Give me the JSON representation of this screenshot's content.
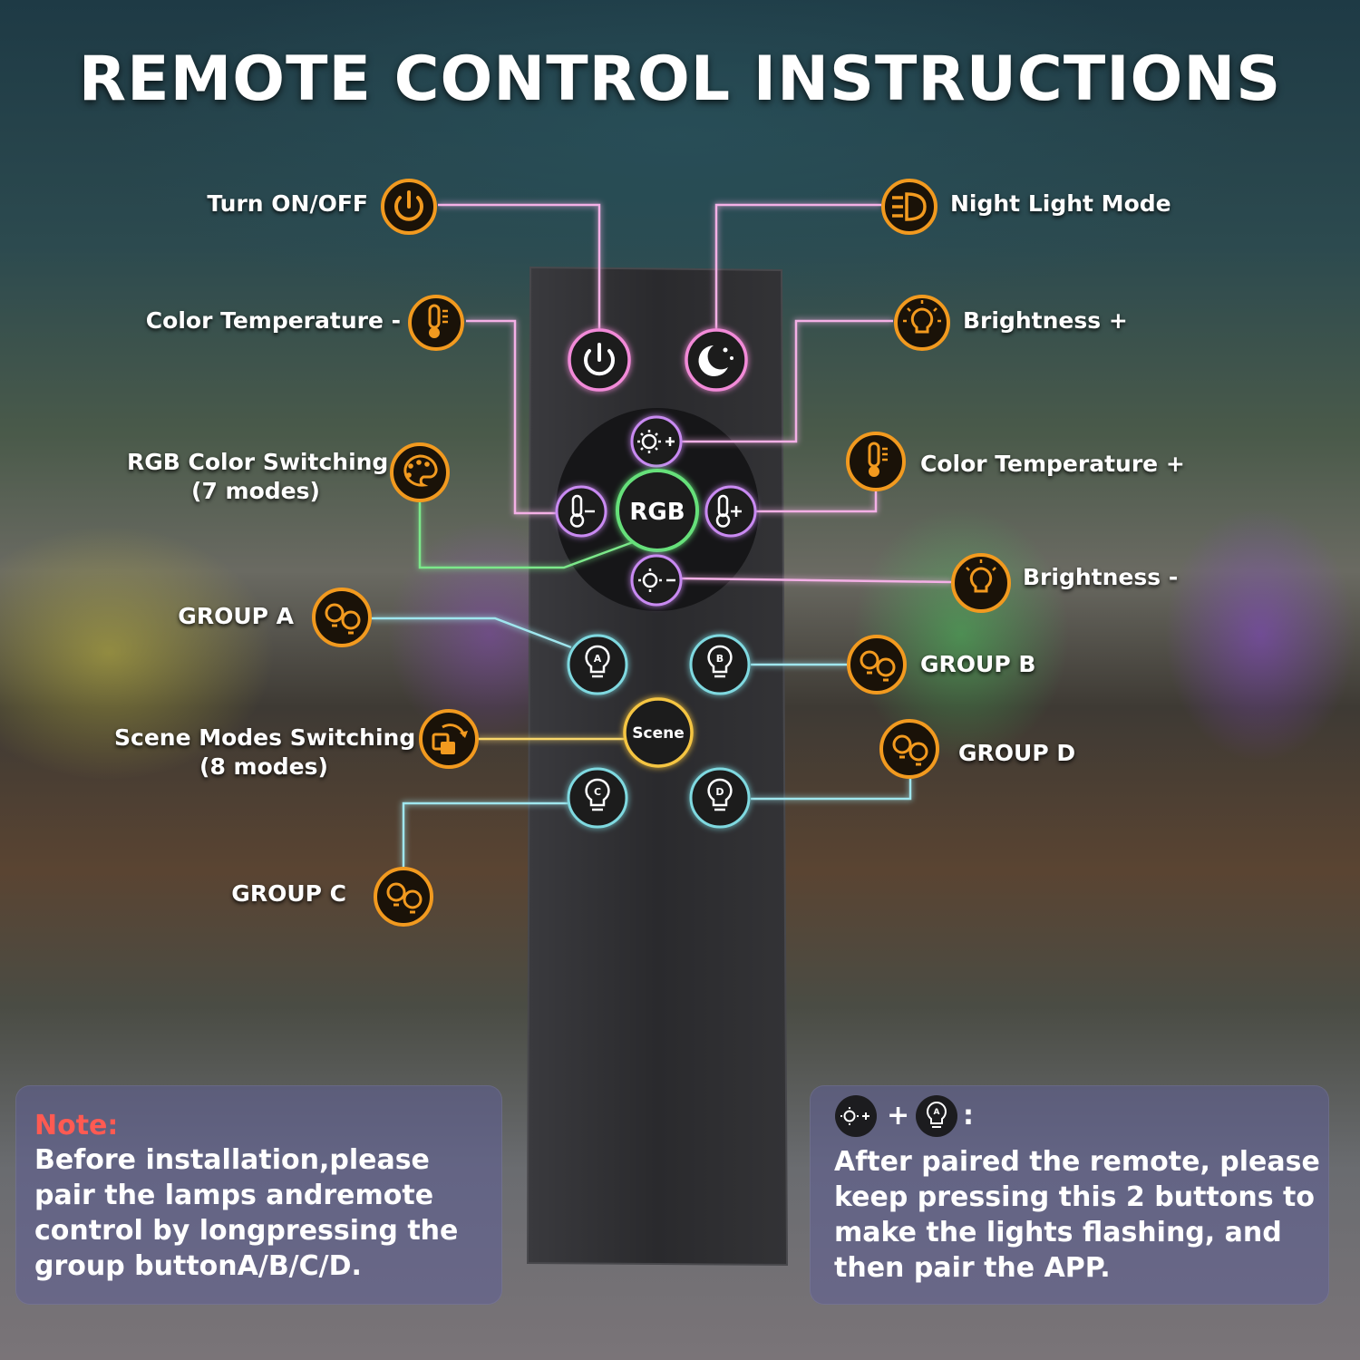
{
  "title": "REMOTE CONTROL INSTRUCTIONS",
  "labels": {
    "turn_on_off": "Turn ON/OFF",
    "night_light_mode": "Night Light Mode",
    "color_temperature_minus": "Color Temperature -",
    "brightness_plus": "Brightness +",
    "rgb_color_switching": "RGB Color Switching",
    "rgb_color_switching_sub": "(7 modes)",
    "color_temperature_plus": "Color Temperature +",
    "brightness_minus": "Brightness -",
    "group_a": "GROUP A",
    "group_b": "GROUP B",
    "scene_modes_switching": "Scene Modes Switching",
    "scene_modes_switching_sub": "(8 modes)",
    "group_d": "GROUP D",
    "group_c": "GROUP C"
  },
  "remote_buttons": {
    "rgb": "RGB",
    "scene": "Scene",
    "a": "A",
    "b": "B",
    "c": "C",
    "d": "D"
  },
  "note_left": {
    "title": "Note:",
    "body_lines": [
      "Before installation,please",
      "pair the lamps andremote",
      "control by longpressing the",
      "group buttonA/B/C/D."
    ]
  },
  "note_right": {
    "combo_plus": "+",
    "combo_colon": ":",
    "body_lines": [
      "After paired the remote, please",
      "keep pressing this 2 buttons to",
      "make the lights flashing, and",
      "then pair the APP."
    ]
  },
  "colors": {
    "orange_ring": "#f29a1f",
    "pink_ring": "#f28ad8",
    "purple_ring": "#c98af2",
    "green_ring": "#66e07a",
    "cyan_ring": "#7fd9e0",
    "gold_ring": "#f5c542",
    "note_red": "#ff5a52",
    "remote_body": "#2b2b2e"
  }
}
